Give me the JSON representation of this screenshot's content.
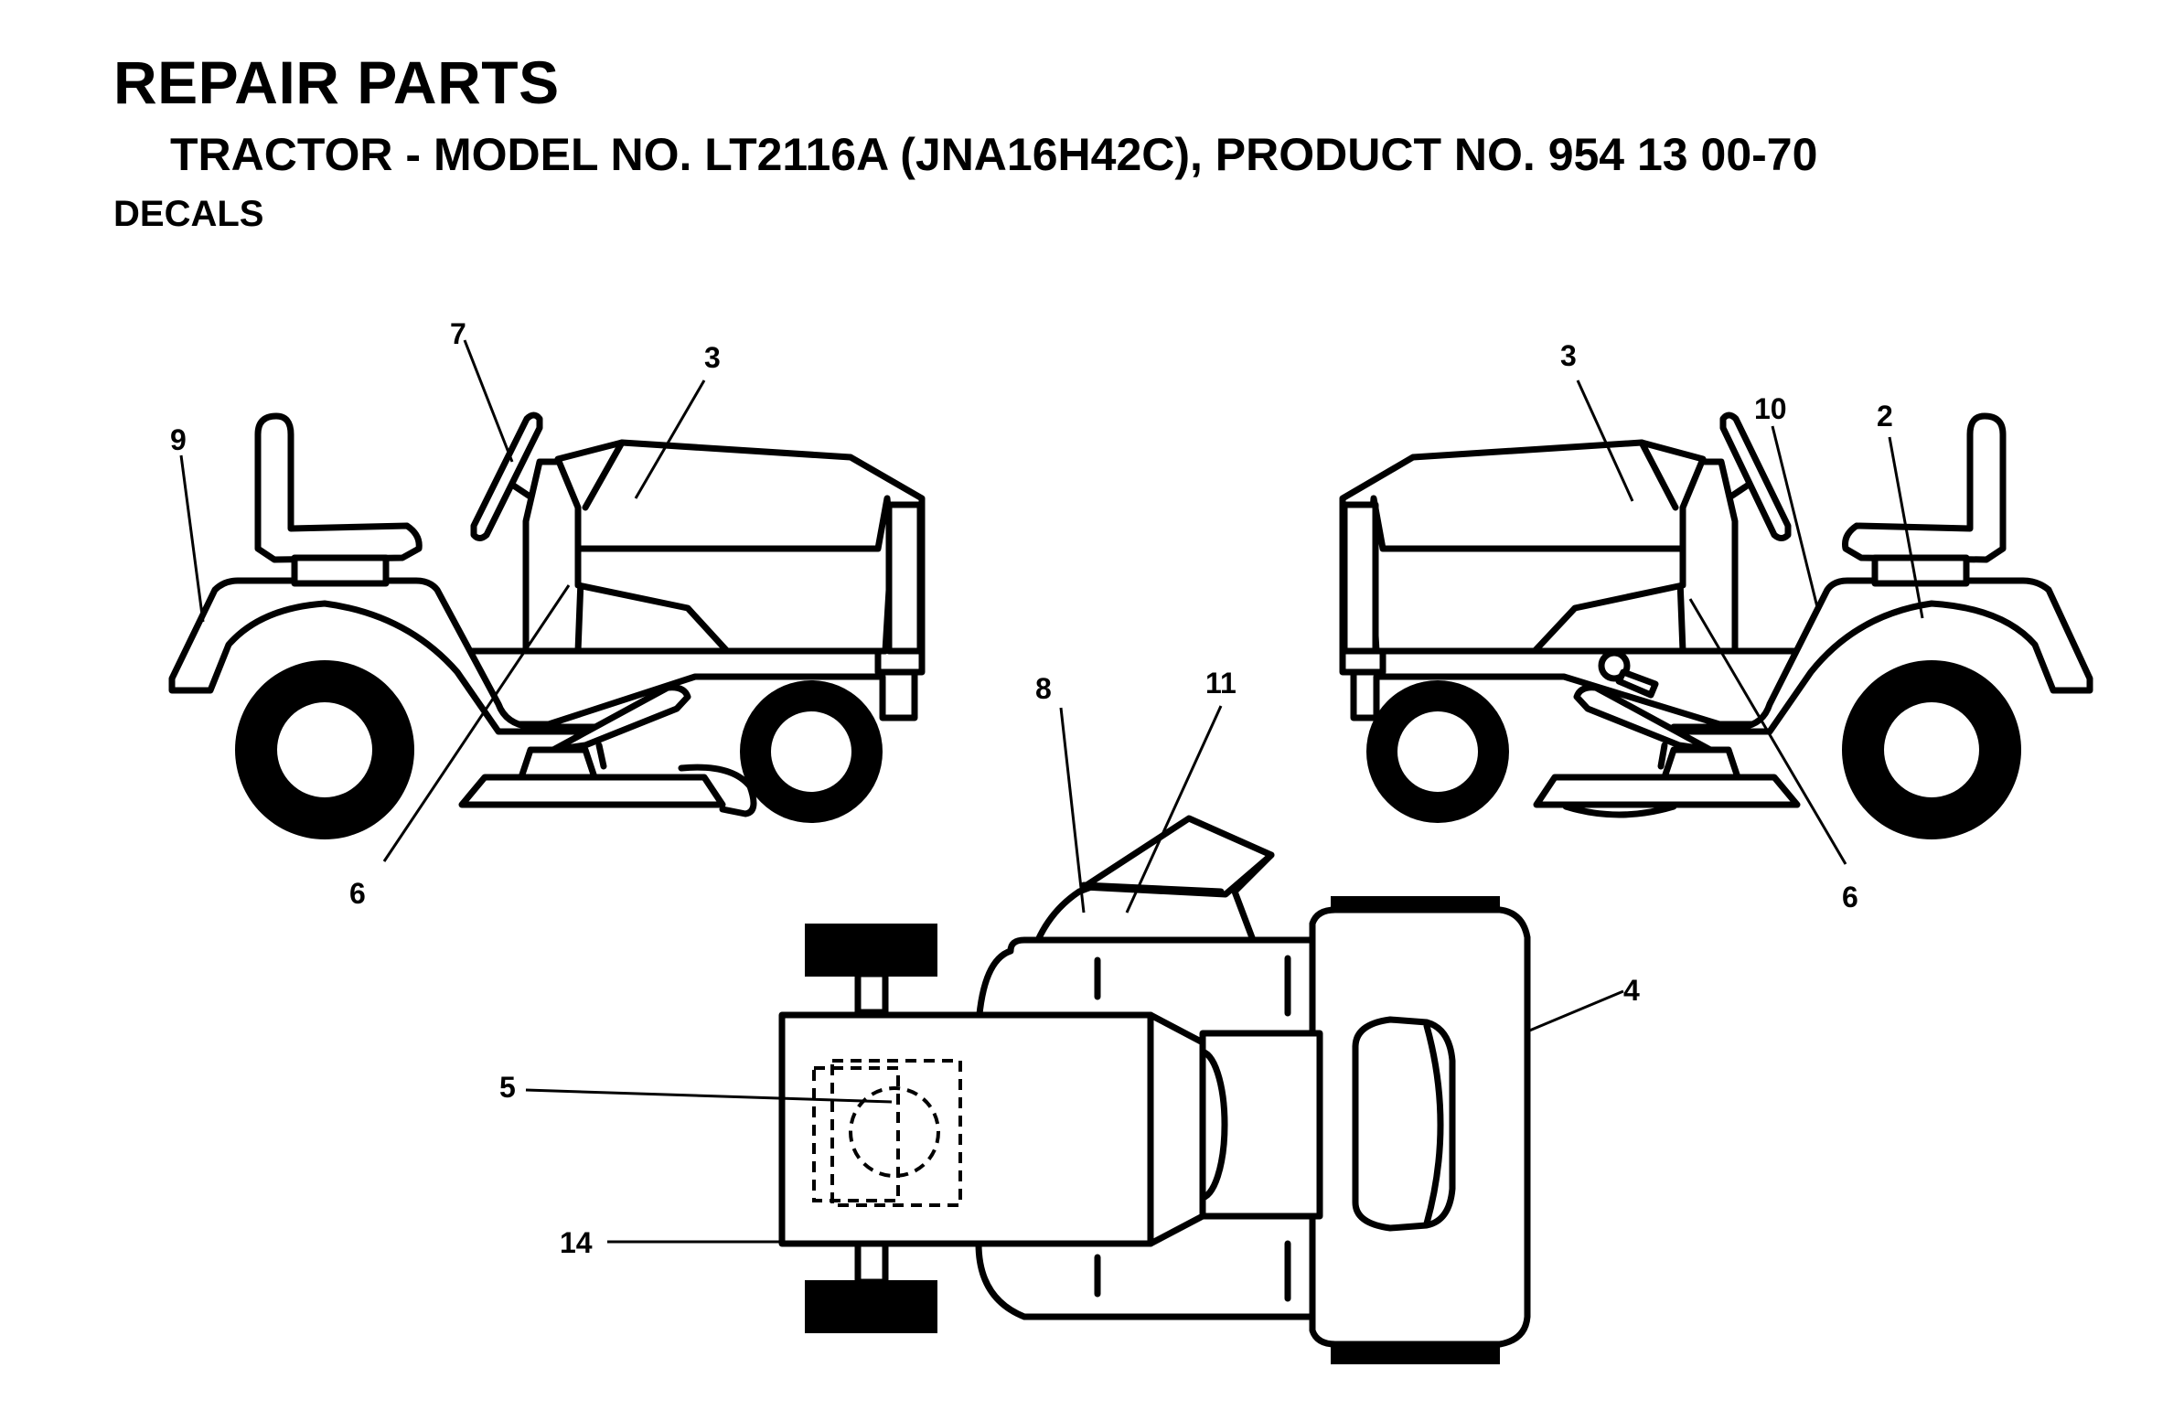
{
  "header": {
    "title": "REPAIR PARTS",
    "subtitle": "TRACTOR - MODEL NO. LT2116A (JNA16H42C), PRODUCT NO. 954 13 00-70",
    "section": "DECALS"
  },
  "callouts": {
    "left_view": [
      "7",
      "3",
      "9",
      "6"
    ],
    "right_view": [
      "3",
      "10",
      "2",
      "6"
    ],
    "top_view": [
      "8",
      "11",
      "4",
      "5",
      "14"
    ]
  },
  "colors": {
    "ink": "#000000",
    "paper": "#ffffff"
  }
}
